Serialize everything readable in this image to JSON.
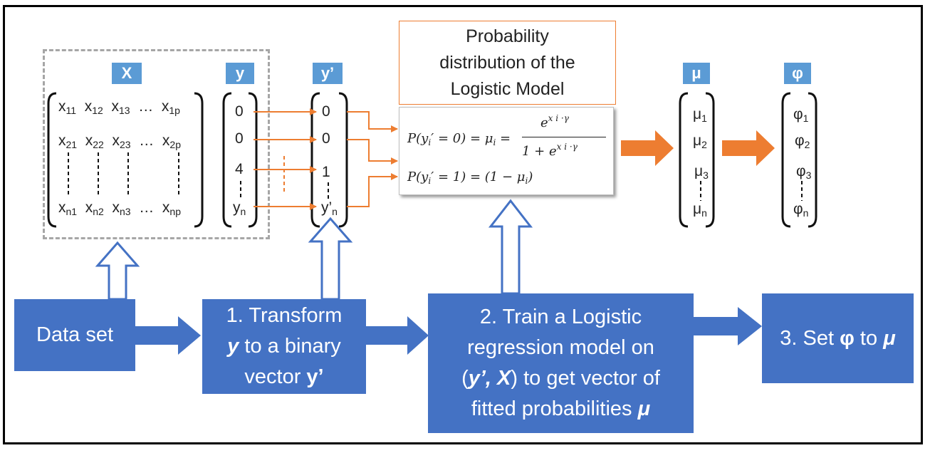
{
  "labels": {
    "X": "X",
    "y": "y",
    "y_prime": "y’",
    "mu": "μ",
    "phi": "φ"
  },
  "matrix_X": {
    "row1": [
      "x",
      "11",
      "x",
      "12",
      "x",
      "13",
      "…",
      "x",
      "1p"
    ],
    "row2": [
      "x",
      "21",
      "x",
      "22",
      "x",
      "23",
      "…",
      "x",
      "2p"
    ],
    "rown": [
      "x",
      "n1",
      "x",
      "n2",
      "x",
      "n3",
      "…",
      "x",
      "np"
    ]
  },
  "vector_y": {
    "v1": "0",
    "v2": "0",
    "v3": "4",
    "vn_base": "y",
    "vn_sub": "n"
  },
  "vector_y_prime": {
    "v1": "0",
    "v2": "0",
    "v3": "1",
    "vn_base": "y’",
    "vn_sub": "n"
  },
  "vector_mu": {
    "base": "μ",
    "subs": [
      "1",
      "2",
      "3",
      "n"
    ]
  },
  "vector_phi": {
    "base": "φ",
    "subs": [
      "1",
      "2",
      "3",
      "n"
    ]
  },
  "prob_box": {
    "line1": "Probability",
    "line2": "distribution of the",
    "line3": "Logistic Model"
  },
  "formula": {
    "f1_lhs": "P(y",
    "f1_sub": "i",
    "f1_mid": "′ = 0) = μ",
    "f1_mu_sub": "i",
    "f1_eq": "=",
    "f1_num_base": "e",
    "f1_num_exp": "x i ·γ",
    "f1_den_base": "1 + e",
    "f1_den_exp": "x i ·γ",
    "f2_lhs": "P(y",
    "f2_sub": "i",
    "f2_rest": "′ = 1) = (1 − μ",
    "f2_mu_sub": "i",
    "f2_close": ")"
  },
  "steps": {
    "s0": {
      "line1": "Data set"
    },
    "s1": {
      "line1": "1. Transform",
      "line2_bold": "y",
      "line2_rest": " to a binary",
      "line3_rest": "vector ",
      "line3_bold": "y’"
    },
    "s2": {
      "line1": "2. Train a Logistic",
      "line2": "regression model on",
      "line3_a": "(",
      "line3_b": "y’, X",
      "line3_c": ") to get vector of",
      "line4_a": "fitted probabilities ",
      "line4_b": "μ"
    },
    "s3": {
      "a": "3. Set ",
      "b": "φ",
      "c": " to ",
      "d": "μ"
    }
  },
  "colors": {
    "step_fill": "#4472c4",
    "label_fill": "#5b9bd5",
    "orange": "#ed7d31",
    "dash": "#a6a6a6"
  }
}
